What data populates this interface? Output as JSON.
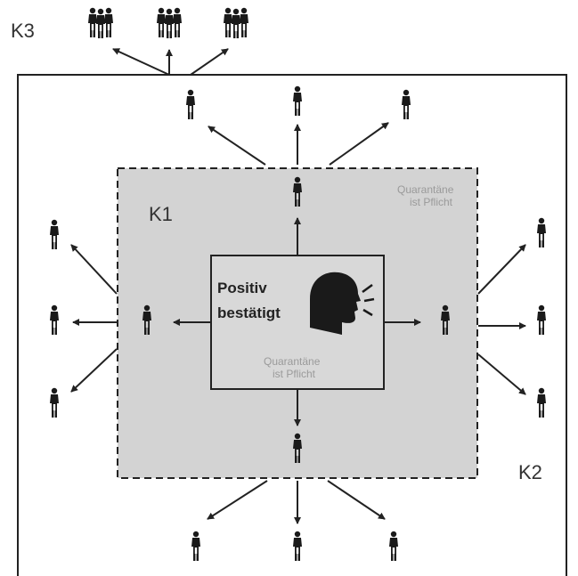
{
  "labels": {
    "k3": "K3",
    "k1": "K1",
    "k2": "K2",
    "positive_line1": "Positiv",
    "positive_line2": "bestätigt",
    "quarantine_k1_line1": "Quarantäne",
    "quarantine_k1_line2": "ist Pflicht",
    "quarantine_center_line1": "Quarantäne",
    "quarantine_center_line2": "ist Pflicht"
  },
  "colors": {
    "k1_fill": "#d3d3d3",
    "stroke": "#222222",
    "person": "#1a1a1a",
    "quarantine_text": "#9a9a9a"
  },
  "icons": {
    "person": "person-icon",
    "group": "person-group-icon",
    "speaking_head": "speaking-head-icon"
  }
}
